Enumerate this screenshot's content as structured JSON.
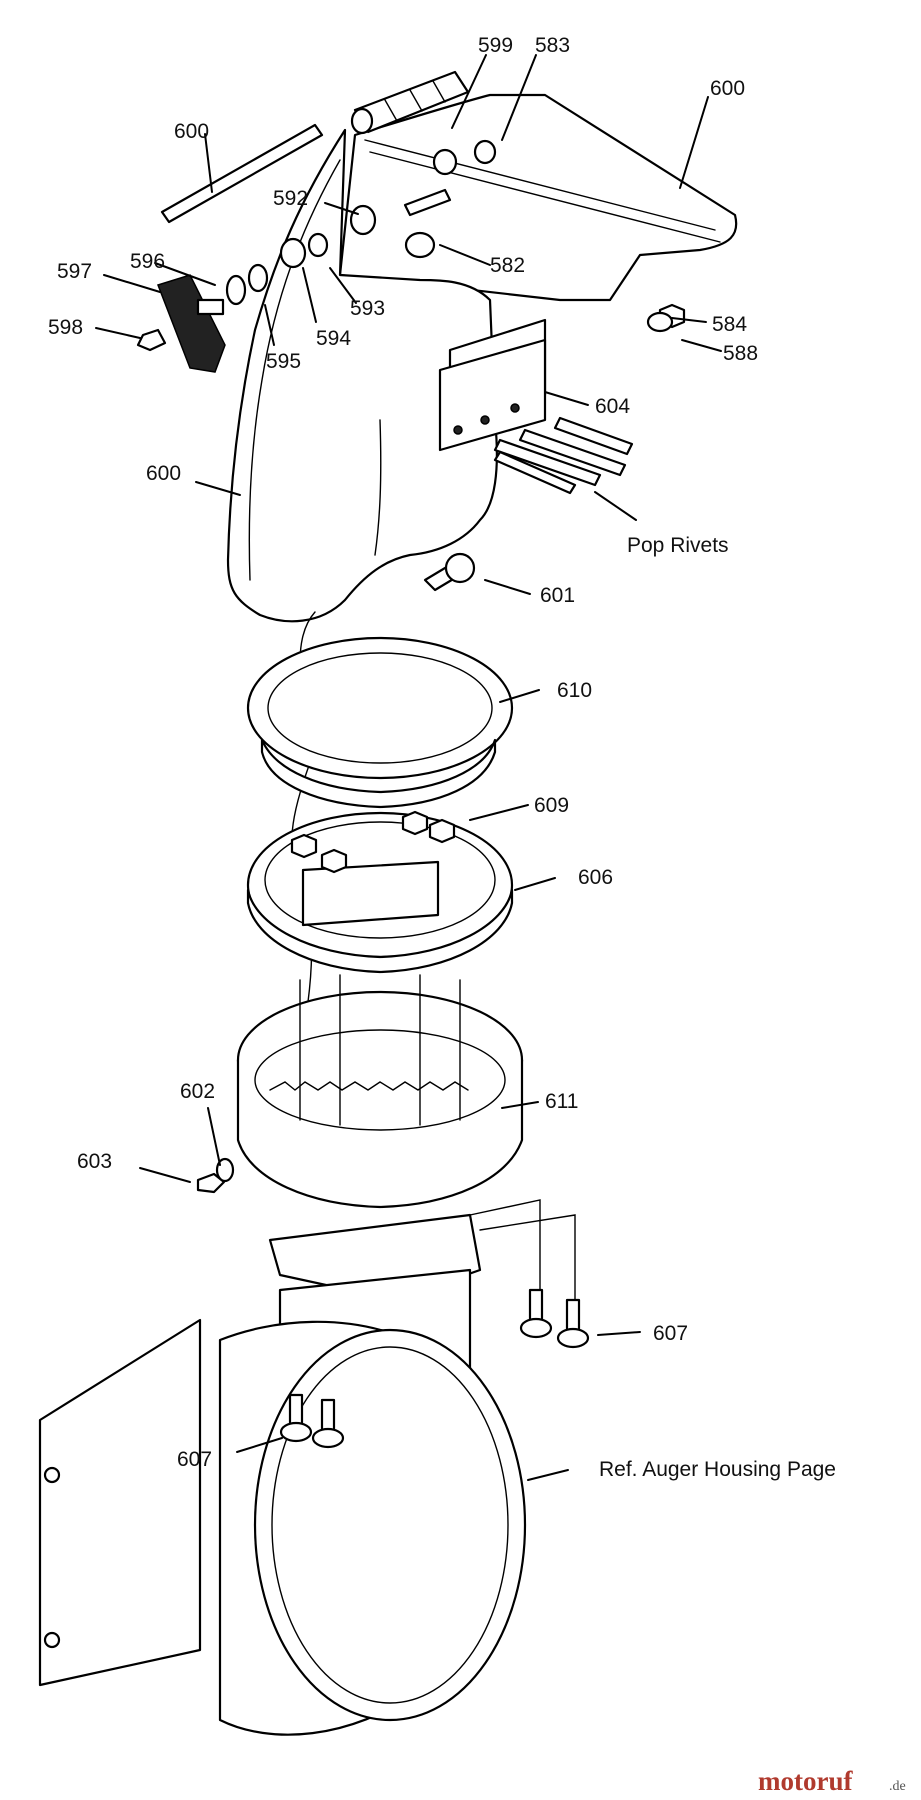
{
  "callouts": [
    {
      "id": "c599",
      "text": "599"
    },
    {
      "id": "c583",
      "text": "583"
    },
    {
      "id": "c600a",
      "text": "600"
    },
    {
      "id": "c600b",
      "text": "600"
    },
    {
      "id": "c592",
      "text": "592"
    },
    {
      "id": "c596",
      "text": "596"
    },
    {
      "id": "c597",
      "text": "597"
    },
    {
      "id": "c582",
      "text": "582"
    },
    {
      "id": "c593",
      "text": "593"
    },
    {
      "id": "c584",
      "text": "584"
    },
    {
      "id": "c598",
      "text": "598"
    },
    {
      "id": "c594",
      "text": "594"
    },
    {
      "id": "c588",
      "text": "588"
    },
    {
      "id": "c595",
      "text": "595"
    },
    {
      "id": "c604",
      "text": "604"
    },
    {
      "id": "c600c",
      "text": "600"
    },
    {
      "id": "cpop",
      "text": "Pop Rivets"
    },
    {
      "id": "c601",
      "text": "601"
    },
    {
      "id": "c610",
      "text": "610"
    },
    {
      "id": "c609",
      "text": "609"
    },
    {
      "id": "c606",
      "text": "606"
    },
    {
      "id": "c611",
      "text": "611"
    },
    {
      "id": "c602",
      "text": "602"
    },
    {
      "id": "c603",
      "text": "603"
    },
    {
      "id": "c607a",
      "text": "607"
    },
    {
      "id": "c607b",
      "text": "607"
    },
    {
      "id": "cref",
      "text": "Ref. Auger Housing Page"
    }
  ],
  "watermark": {
    "brand": "motoruf",
    "tld": ".de"
  }
}
